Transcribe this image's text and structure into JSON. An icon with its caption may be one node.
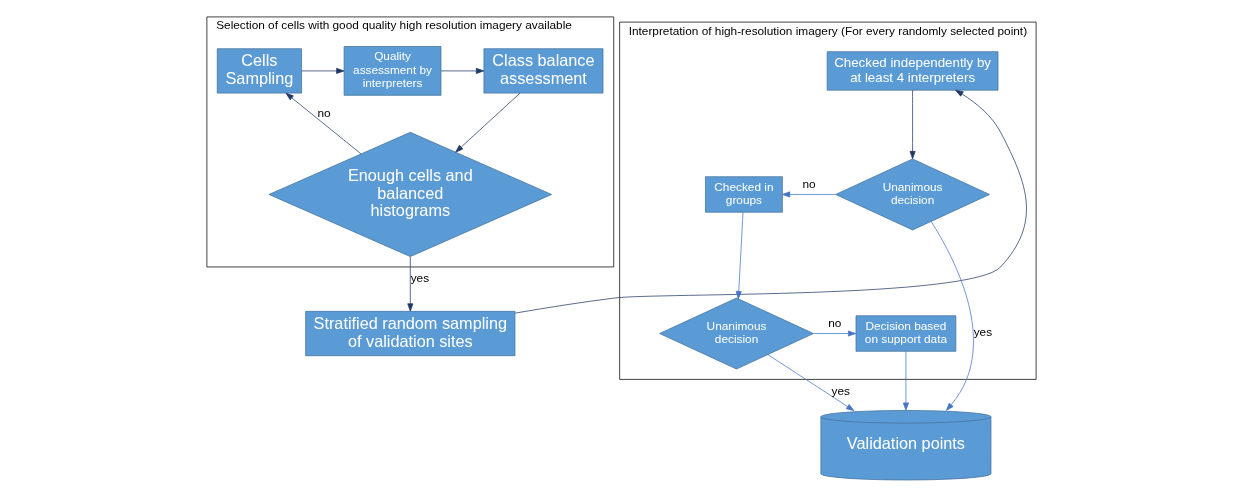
{
  "diagram": {
    "nodes": [
      {
        "text": [
          "Selection of cells with good quality high resolution imagery available"
        ]
      },
      {
        "text": [
          "Cells Sampling"
        ],
        "in": 0
      },
      {
        "text": [
          "Quality assessment by interpreters"
        ],
        "in": 0
      },
      {
        "text": [
          "Class balance assessment"
        ],
        "in": 0
      },
      {
        "text": [
          "Enough cells and balanced histograms"
        ],
        "in": 0
      },
      {
        "text": [
          "Stratified random sampling of validation sites"
        ]
      },
      {
        "text": [
          "Interpretation of high-resolution imagery (For every randomly selected point)"
        ]
      },
      {
        "text": [
          "Checked independently by at least 4 interpreters"
        ],
        "in": 6
      },
      {
        "text": [
          "Unanimous decision"
        ],
        "in": 6
      },
      {
        "text": [
          "Checked in groups"
        ],
        "in": 6
      },
      {
        "text": [
          "Unanimous decision"
        ],
        "in": 6
      },
      {
        "text": [
          "Decision based on support data"
        ],
        "in": 6
      },
      {
        "text": [
          "Validation points"
        ]
      }
    ],
    "edges": [
      {
        "from": 1,
        "to": 2,
        "arrow": "to"
      },
      {
        "from": 2,
        "to": 3,
        "arrow": "to"
      },
      {
        "from": 3,
        "to": 4,
        "arrow": "to"
      },
      {
        "from": 4,
        "to": 1,
        "arrow": "to",
        "label": "no"
      },
      {
        "from": 4,
        "to": 5,
        "arrow": "to",
        "label": "yes"
      },
      {
        "from": 5,
        "to": 7,
        "arrow": "to"
      },
      {
        "from": 7,
        "to": 8,
        "arrow": "to"
      },
      {
        "from": 8,
        "to": 9,
        "arrow": "to",
        "label": "no",
        "color": "#4472c4"
      },
      {
        "from": 8,
        "to": 12,
        "arrow": "to",
        "label": "yes",
        "color": "#4472c4"
      },
      {
        "from": 9,
        "to": 10,
        "arrow": "to",
        "color": "#4472c4"
      },
      {
        "from": 10,
        "to": 11,
        "arrow": "to",
        "label": "no",
        "color": "#4472c4"
      },
      {
        "from": 10,
        "to": 12,
        "arrow": "to",
        "label": "yes",
        "color": "#4472c4"
      },
      {
        "from": 11,
        "to": 12,
        "arrow": "to",
        "color": "#4472c4"
      }
    ]
  }
}
